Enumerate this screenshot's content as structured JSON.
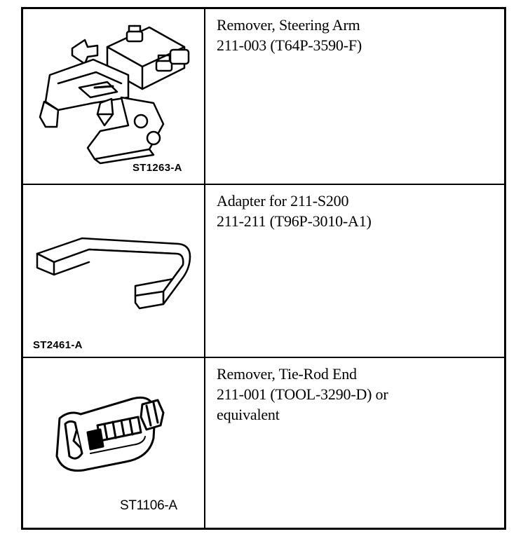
{
  "rows": [
    {
      "code": "ST1263-A",
      "icon": "steering-arm-remover-icon",
      "lines": [
        "Remover, Steering Arm",
        "211-003 (T64P-3590-F)"
      ]
    },
    {
      "code": "ST2461-A",
      "icon": "adapter-bracket-icon",
      "lines": [
        "Adapter for 211-S200",
        "211-211 (T96P-3010-A1)"
      ]
    },
    {
      "code": "ST1106-A",
      "icon": "tie-rod-end-remover-icon",
      "lines": [
        "Remover, Tie-Rod End",
        "211-001 (TOOL-3290-D) or",
        "equivalent"
      ]
    }
  ]
}
